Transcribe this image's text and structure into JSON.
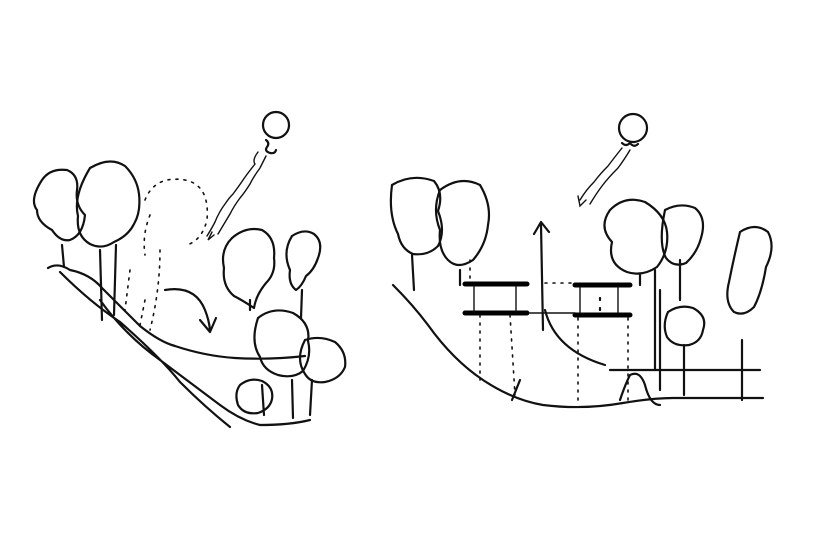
{
  "colors": {
    "ink": "#111111",
    "background": "#ffffff"
  },
  "panels": [
    {
      "icons": [
        "sun-icon",
        "sunlight-ray-icon",
        "tree-icon",
        "slope-terrain",
        "down-arrow-icon"
      ]
    },
    {
      "icons": [
        "sun-icon",
        "sunlight-ray-icon",
        "tree-icon",
        "valley-terrain",
        "building-volume",
        "up-arrow-icon"
      ]
    }
  ]
}
